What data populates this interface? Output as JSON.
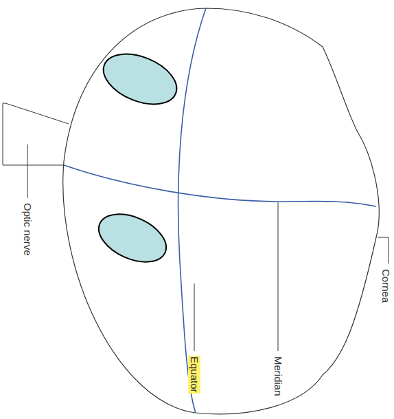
{
  "diagram": {
    "labels": [
      "Optic nerve",
      "Cornea",
      "Meridian",
      "Equator"
    ]
  }
}
